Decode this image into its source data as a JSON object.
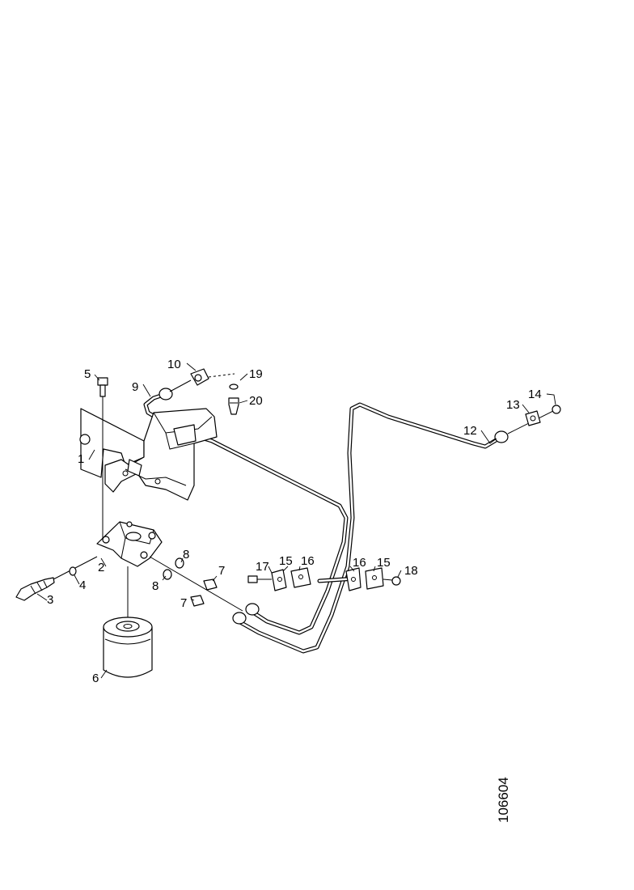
{
  "diagram": {
    "callouts": {
      "c1": "1",
      "c2": "2",
      "c3": "3",
      "c4": "4",
      "c5": "5",
      "c6": "6",
      "c7a": "7",
      "c7b": "7",
      "c8a": "8",
      "c8b": "8",
      "c9": "9",
      "c10": "10",
      "c12": "12",
      "c13": "13",
      "c14": "14",
      "c15a": "15",
      "c15b": "15",
      "c16a": "16",
      "c16b": "16",
      "c17": "17",
      "c18": "18",
      "c19": "19",
      "c20": "20"
    },
    "document_number": "106604"
  }
}
